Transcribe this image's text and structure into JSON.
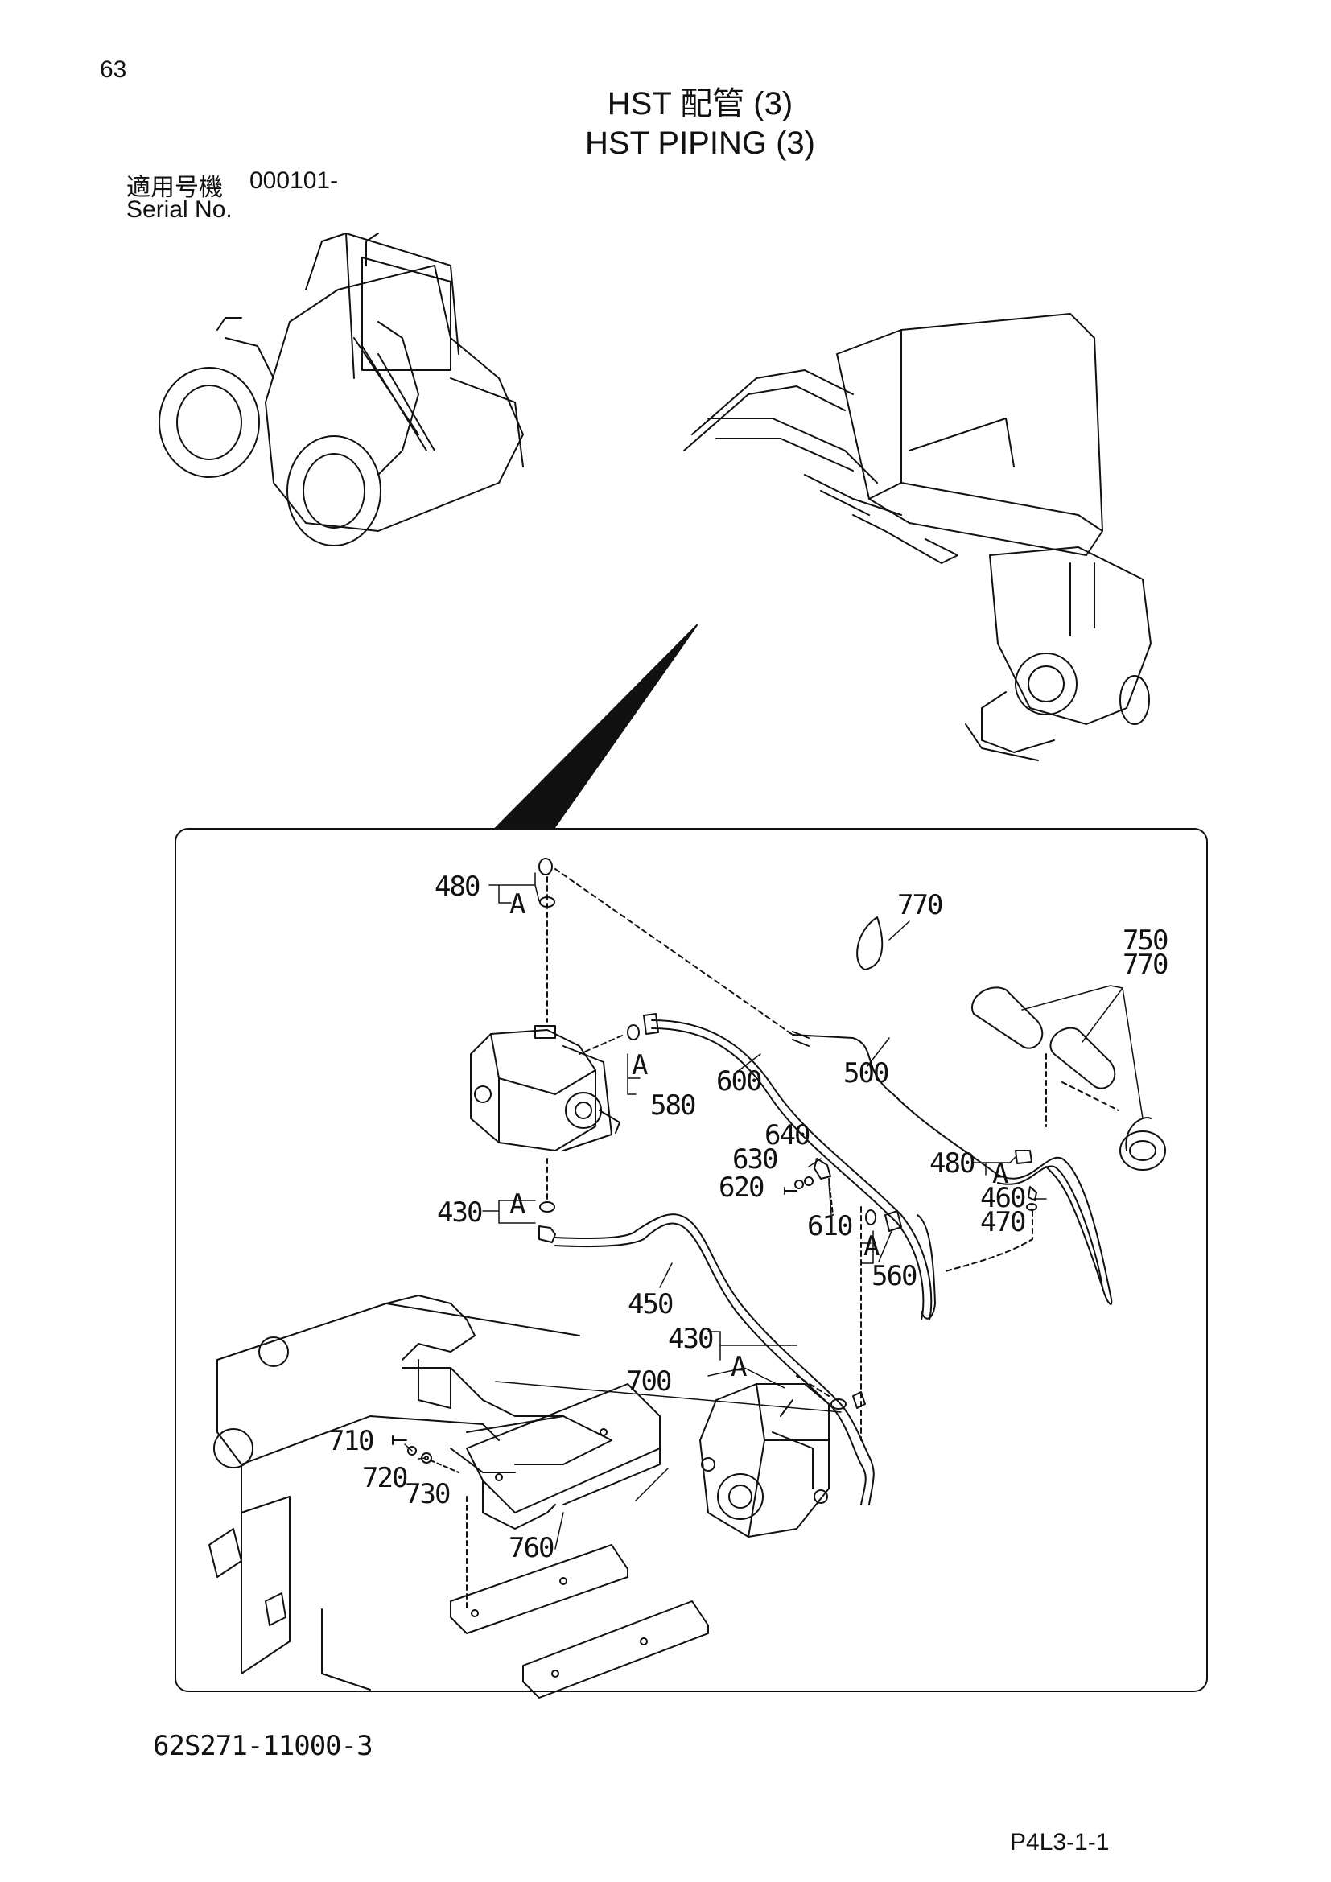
{
  "header": {
    "page_number": "63",
    "title_jp": "HST 配管 (3)",
    "title_en": "HST PIPING (3)",
    "serial_label_jp": "適用号機",
    "serial_value": "000101-",
    "serial_label_en": "Serial No."
  },
  "footer": {
    "document_code": "62S271-11000-3",
    "page_code": "P4L3-1-1"
  },
  "callouts": {
    "c480a": "480",
    "c770a": "770",
    "c750": "750",
    "c770b": "770",
    "c600": "600",
    "c500": "500",
    "c580": "580",
    "c640": "640",
    "c630": "630",
    "c620": "620",
    "c610": "610",
    "c480b": "480",
    "c460": "460",
    "c470": "470",
    "c430a": "430",
    "c450": "450",
    "c560": "560",
    "c430b": "430",
    "c700": "700",
    "c710": "710",
    "c720": "720",
    "c730": "730",
    "c760": "760",
    "group_a": "A"
  }
}
